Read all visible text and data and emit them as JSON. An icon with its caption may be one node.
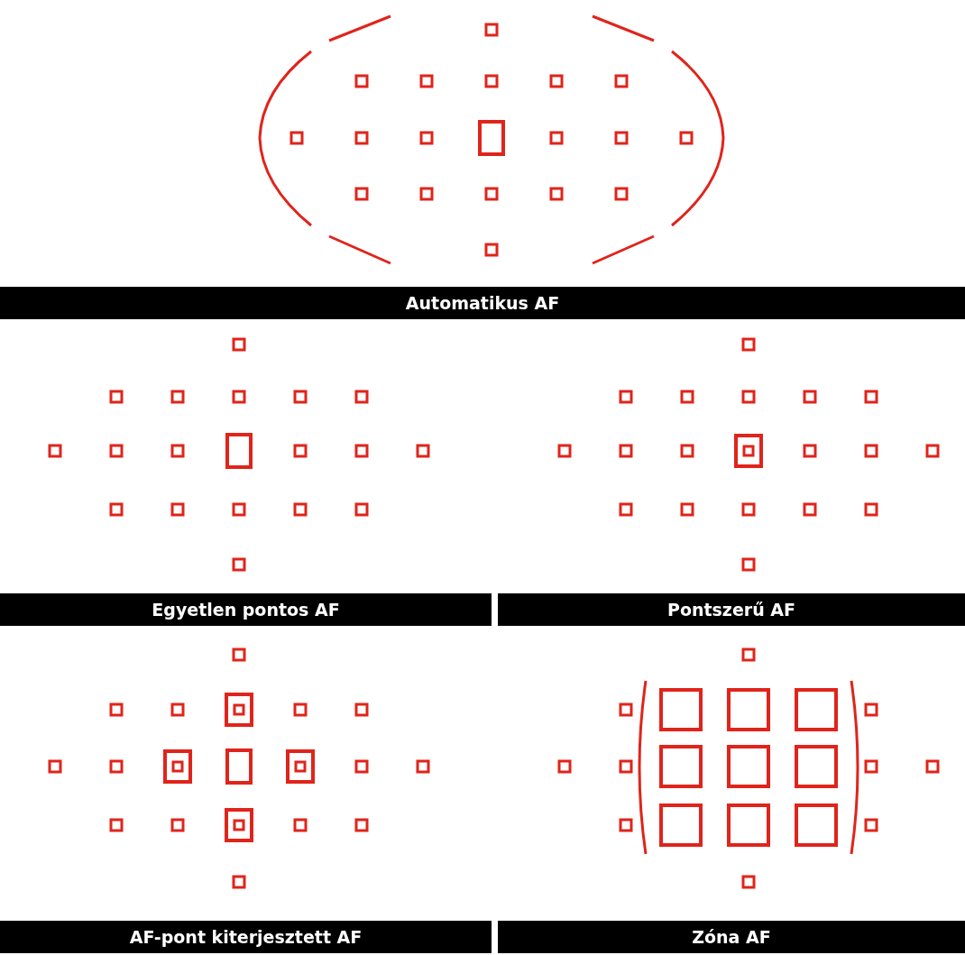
{
  "diagram": {
    "nodes": [
      {
        "text": [
          "Automatikus AF"
        ]
      },
      {
        "text": [
          "Egyetlen pontos AF"
        ]
      },
      {
        "text": [
          "Pontszerű AF"
        ]
      },
      {
        "text": [
          "AF-pont kiterjesztett AF"
        ]
      },
      {
        "text": [
          "Zóna AF"
        ]
      }
    ]
  }
}
